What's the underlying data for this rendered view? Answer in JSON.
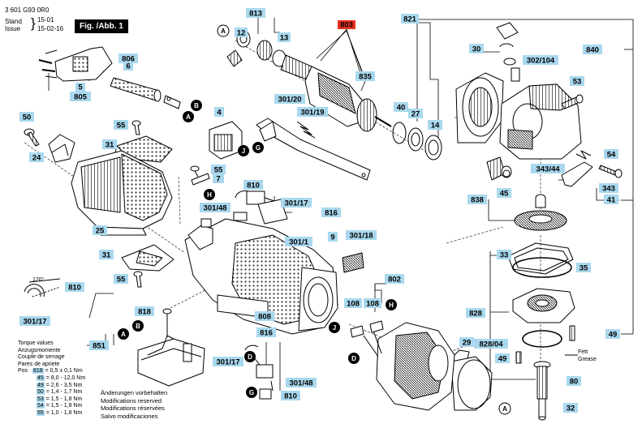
{
  "header": {
    "doc_number": "3 601 G93 0R0",
    "stand_label": "Stand",
    "stand_value": "15-01",
    "issue_label": "Issue",
    "issue_value": "15-02-16",
    "figure_label": "Fig. /Abb. 1"
  },
  "labels": {
    "l813": "813",
    "l803": "803",
    "l821": "821",
    "l840": "840",
    "l12": "12",
    "l13": "13",
    "l806": "806",
    "l6": "6",
    "l5": "5",
    "l805": "805",
    "l835": "835",
    "l30": "30",
    "l302_104": "302/104",
    "l53": "53",
    "l50": "50",
    "l55a": "55",
    "l24": "24",
    "l31a": "31",
    "l301_20": "301/20",
    "l301_19": "301/19",
    "l4": "4",
    "l40": "40",
    "l27": "27",
    "l14": "14",
    "l54": "54",
    "l343_44": "343/44",
    "l343": "343",
    "l838": "838",
    "l45": "45",
    "l41": "41",
    "l55b": "55",
    "l7": "7",
    "l810a": "810",
    "l301_48a": "301/48",
    "l301_17a": "301/17",
    "l816a": "816",
    "l25": "25",
    "l9": "9",
    "l301_18": "301/18",
    "l301_1": "301/1",
    "l31b": "31",
    "l55c": "55",
    "l33": "33",
    "l35": "35",
    "l810b": "810",
    "l301_17b": "301/17",
    "l802": "802",
    "l108a": "108",
    "l108b": "108",
    "l808": "808",
    "l818": "818",
    "l851": "851",
    "l828": "828",
    "l828_04": "828/04",
    "l49a": "49",
    "l49b": "49",
    "l816b": "816",
    "l301_17c": "301/17",
    "l301_48b": "301/48",
    "l810c": "810",
    "l29": "29",
    "l80": "80",
    "l32": "32",
    "angle": "120°",
    "fett": "Fett",
    "grease": "Grease"
  },
  "circles": {
    "A1": "A",
    "B1": "B",
    "A2": "A",
    "G1": "G",
    "J1": "J",
    "H1": "H",
    "A3": "A",
    "B2": "B",
    "J2": "J",
    "H2": "H",
    "D1": "D",
    "D2": "D",
    "G2": "G",
    "A4": "A"
  },
  "torque": {
    "title1": "Torque values",
    "title2": "Anzugsmomente",
    "title3": "Couple de serrage",
    "title4": "Pares de apriete",
    "pos_label": "Pos",
    "rows": [
      {
        "pos": "818",
        "value": "= 0,5 ± 0,1 Nm"
      },
      {
        "pos": "45",
        "value": "= 8,0 - 12,0 Nm"
      },
      {
        "pos": "49",
        "value": "= 2,6 - 3,5 Nm"
      },
      {
        "pos": "50",
        "value": "= 1,4 - 1,7 Nm"
      },
      {
        "pos": "53",
        "value": "= 1,5 - 1,8 Nm"
      },
      {
        "pos": "54",
        "value": "= 1,5 - 1,8 Nm"
      },
      {
        "pos": "55",
        "value": "= 1,0 - 1,8 Nm"
      }
    ]
  },
  "changes": {
    "de": "Änderungen vorbehalten",
    "en": "Modifications reserved",
    "fr": "Modifications réservées",
    "es": "Salvo modificaciones"
  },
  "colors": {
    "label_blue": "#a9d8ee",
    "highlight_red": "#e8311f",
    "ink": "#000000"
  }
}
